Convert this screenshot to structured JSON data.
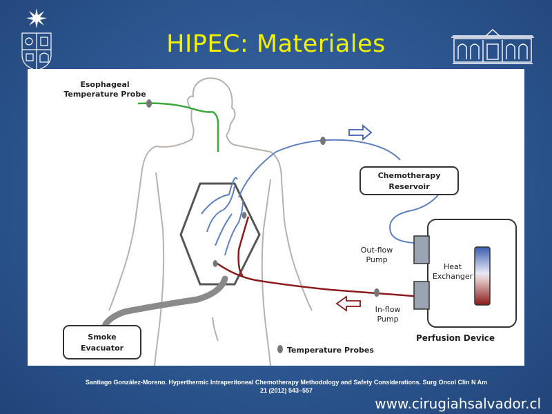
{
  "slide": {
    "title": "HIPEC: Materiales",
    "citation_line1": "Santiago González-Moreno. Hyperthermic Intraperitoneal Chemotherapy Methodology and Safety Considerations. Surg Oncol Clin N Am",
    "citation_line2": "21 (2012) 543–557",
    "website": "www.cirugiahsalvador.cl"
  },
  "diagram": {
    "esophageal_probe_line1": "Esophageal",
    "esophageal_probe_line2": "Temperature Probe",
    "reservoir_line1": "Chemotherapy",
    "reservoir_line2": "Reservoir",
    "outflow_pump_line1": "Out-flow",
    "outflow_pump_line2": "Pump",
    "heat_exchanger_line1": "Heat",
    "heat_exchanger_line2": "Exchanger",
    "inflow_pump_line1": "In-flow",
    "inflow_pump_line2": "Pump",
    "perfusion_device": "Perfusion Device",
    "smoke_evacuator_line1": "Smoke",
    "smoke_evacuator_line2": "Evacuator",
    "temperature_probes_legend": "Temperature Probes"
  },
  "colors": {
    "title": "#f2f200",
    "background": "#2d5690",
    "inflow_line": "#8b1a1a",
    "outflow_line": "#5b7fc0",
    "esophageal_line": "#3aa83a",
    "smoke_tube": "#8a8a8a"
  }
}
